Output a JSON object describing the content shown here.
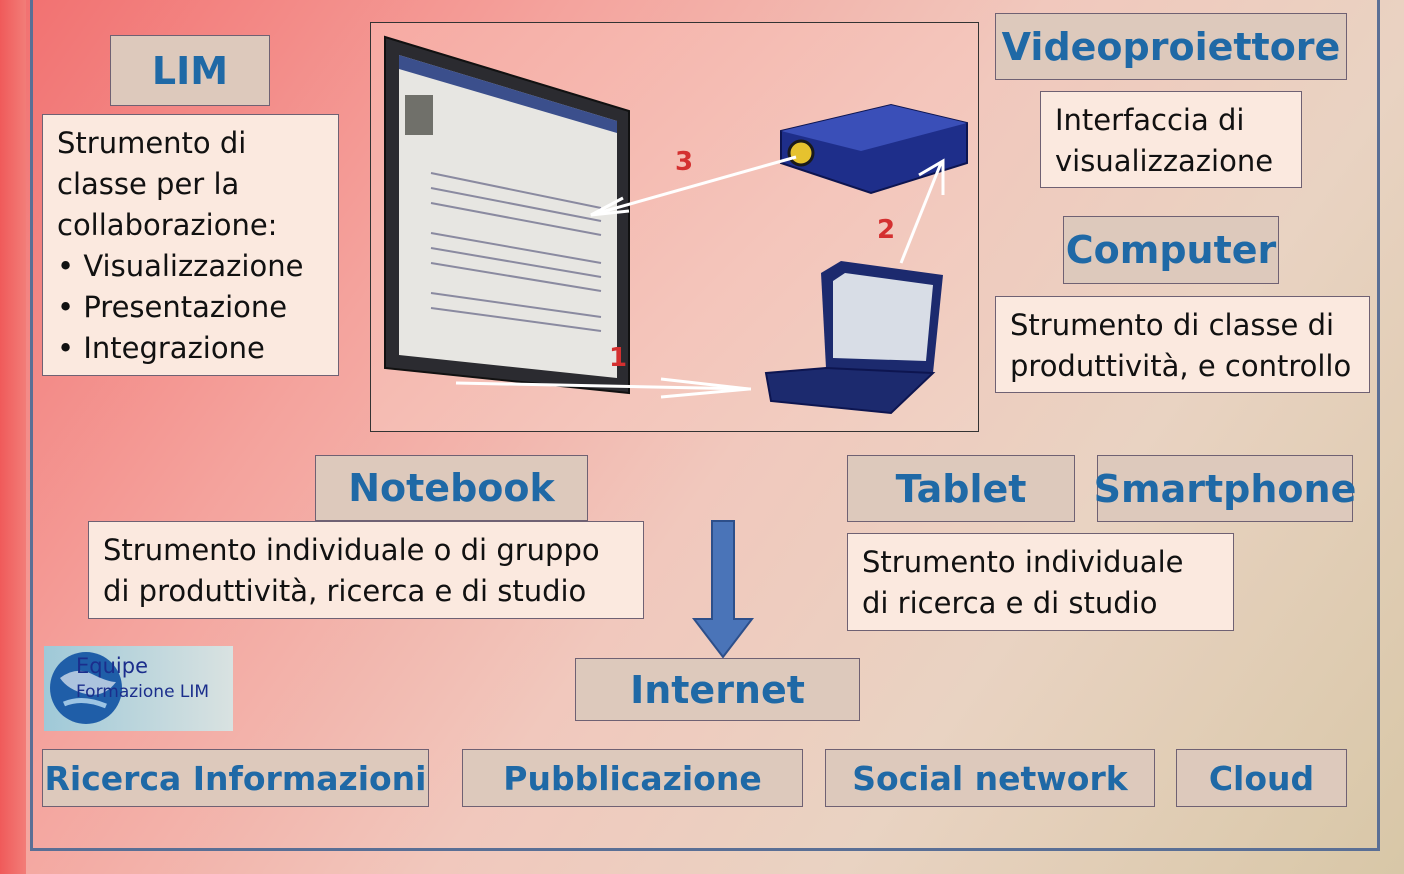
{
  "lim": {
    "title": "LIM",
    "description": [
      "Strumento di",
      "classe per la",
      "collaborazione:",
      "• Visualizzazione",
      "•  Presentazione",
      "•  Integrazione"
    ]
  },
  "videoproiettore": {
    "title": "Videoproiettore",
    "description": [
      "Interfaccia di",
      "visualizzazione"
    ]
  },
  "computer": {
    "title": "Computer",
    "description": [
      "Strumento di classe di",
      "produttività, e controllo"
    ]
  },
  "notebook": {
    "title": "Notebook",
    "description": [
      "Strumento individuale o di gruppo",
      "di produttività, ricerca e di studio"
    ]
  },
  "tablet": {
    "title": "Tablet"
  },
  "smartphone": {
    "title": "Smartphone"
  },
  "tablet_smartphone_description": [
    "Strumento individuale",
    "di ricerca e di studio"
  ],
  "internet": {
    "title": "Internet"
  },
  "services": [
    "Ricerca Informazioni",
    "Pubblicazione",
    "Social network",
    "Cloud"
  ],
  "diagram": {
    "step_labels": [
      "1",
      "2",
      "3"
    ]
  },
  "logo": {
    "line1": "Equipe",
    "line2": "Formazione LIM"
  },
  "colors": {
    "heading_text": "#1f69a6",
    "heading_bg": "#ddc9bc",
    "desc_bg": "#fbe9df",
    "arrow": "#4a74b8",
    "frame": "#5a6f95"
  }
}
